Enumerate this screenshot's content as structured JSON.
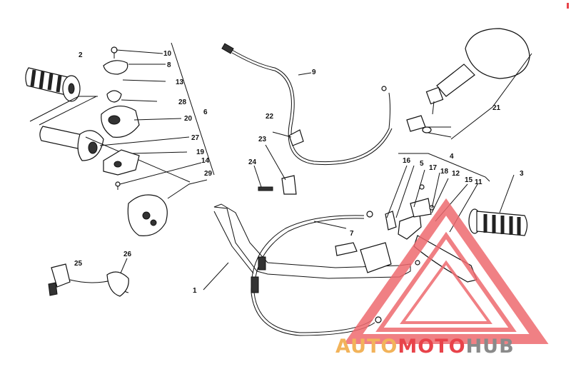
{
  "diagram": {
    "callouts": [
      {
        "id": "c1",
        "text": "1"
      },
      {
        "id": "c2",
        "text": "2"
      },
      {
        "id": "c3",
        "text": "3"
      },
      {
        "id": "c4",
        "text": "4"
      },
      {
        "id": "c5",
        "text": "5"
      },
      {
        "id": "c6",
        "text": "6"
      },
      {
        "id": "c7",
        "text": "7"
      },
      {
        "id": "c8",
        "text": "8"
      },
      {
        "id": "c9",
        "text": "9"
      },
      {
        "id": "c10",
        "text": "10"
      },
      {
        "id": "c11",
        "text": "11"
      },
      {
        "id": "c12",
        "text": "12"
      },
      {
        "id": "c13",
        "text": "13"
      },
      {
        "id": "c14",
        "text": "14"
      },
      {
        "id": "c15",
        "text": "15"
      },
      {
        "id": "c16",
        "text": "16"
      },
      {
        "id": "c17",
        "text": "17"
      },
      {
        "id": "c18",
        "text": "18"
      },
      {
        "id": "c19",
        "text": "19"
      },
      {
        "id": "c20",
        "text": "20"
      },
      {
        "id": "c21",
        "text": "21"
      },
      {
        "id": "c22",
        "text": "22"
      },
      {
        "id": "c23",
        "text": "23"
      },
      {
        "id": "c24",
        "text": "24"
      },
      {
        "id": "c25",
        "text": "25"
      },
      {
        "id": "c26",
        "text": "26"
      },
      {
        "id": "c27",
        "text": "27"
      },
      {
        "id": "c28",
        "text": "28"
      },
      {
        "id": "c29",
        "text": "29"
      }
    ]
  },
  "watermark": {
    "part1": "AUTO",
    "part2": "MOTO",
    "part3": "HUB",
    "colors": {
      "orange": "#f2b35a",
      "red": "#e8434a",
      "gray": "#8a8a8a",
      "triangle": "#ee6a6f"
    }
  }
}
